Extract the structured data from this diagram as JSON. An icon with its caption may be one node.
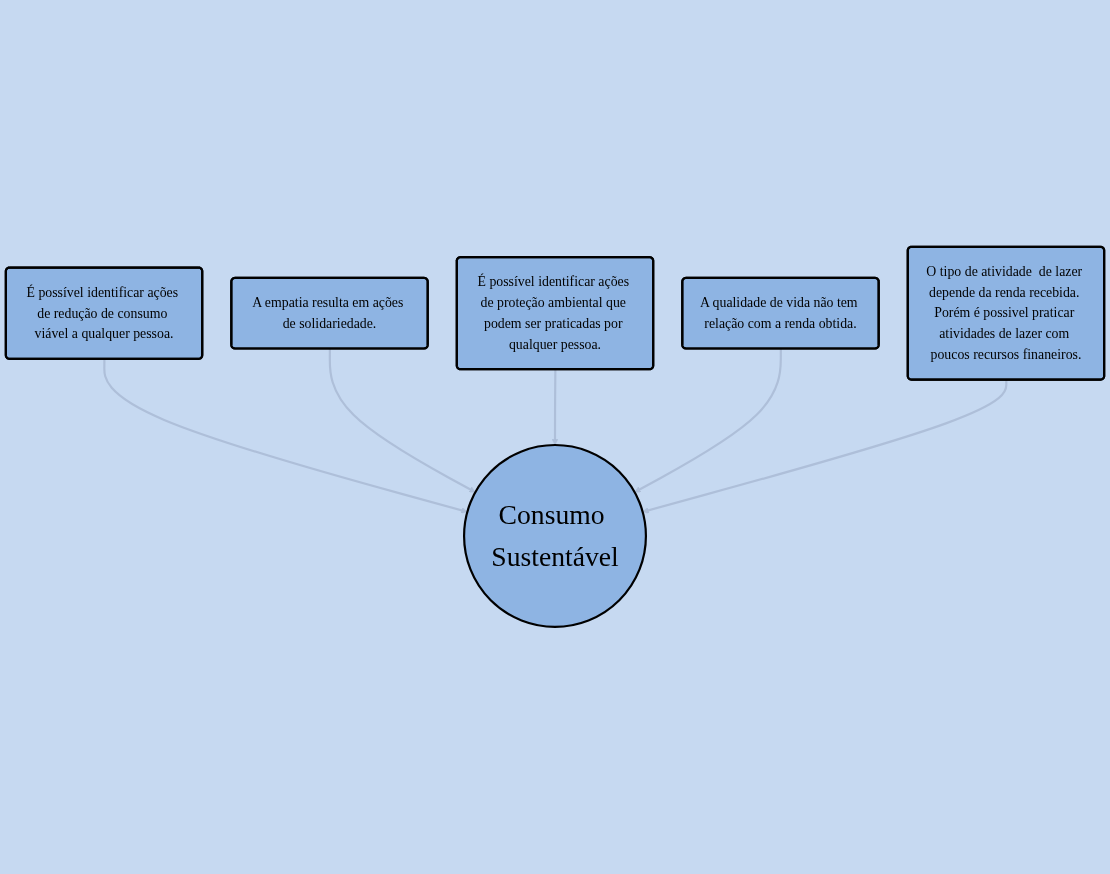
{
  "diagram": {
    "nodes": [
      {
        "text": [
          "É possível identificar ações de redução de consumo viável a qualquer pessoa."
        ]
      },
      {
        "text": [
          "A empatia resulta em ações de solidariedade."
        ]
      },
      {
        "text": [
          "É possível identificar ações de proteção ambiental que podem ser praticadas por qualquer pessoa."
        ]
      },
      {
        "text": [
          "A qualidade de vida não tem relação com a renda obtida."
        ]
      },
      {
        "text": [
          "Consumo Sustentável"
        ]
      },
      {
        "text": [
          "O tipo de atividade  de lazer depende da renda recebida. Porém é possivel praticar atividades de lazer com poucos recursos finaneiros."
        ]
      }
    ],
    "edges": [
      {
        "from": 0,
        "to": 4,
        "arrow": "to"
      },
      {
        "from": 1,
        "to": 4,
        "arrow": "to"
      },
      {
        "from": 2,
        "to": 4,
        "arrow": "to"
      },
      {
        "from": 3,
        "to": 4,
        "arrow": "to"
      },
      {
        "from": 5,
        "to": 4,
        "arrow": "to"
      }
    ]
  }
}
